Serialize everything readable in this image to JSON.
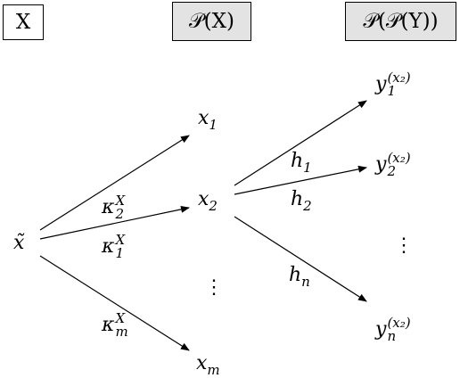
{
  "headers": {
    "col1": "X",
    "col2": "𝒫(X)",
    "col3": "𝒫(𝒫(Y))"
  },
  "nodes": {
    "source": {
      "base": "x̃"
    },
    "x1": {
      "base": "x",
      "sub": "1"
    },
    "x2": {
      "base": "x",
      "sub": "2"
    },
    "xm": {
      "base": "x",
      "sub": "m"
    },
    "y1": {
      "base": "y",
      "sub": "1",
      "sup": "(x₂)"
    },
    "y2": {
      "base": "y",
      "sub": "2",
      "sup": "(x₂)"
    },
    "yn": {
      "base": "y",
      "sub": "n",
      "sup": "(x₂)"
    }
  },
  "edge_labels": {
    "k2": {
      "base": "κ",
      "sub": "2",
      "sup": "X"
    },
    "k1": {
      "base": "κ",
      "sub": "1",
      "sup": "X"
    },
    "km": {
      "base": "κ",
      "sub": "m",
      "sup": "X"
    },
    "h1": {
      "base": "h",
      "sub": "1"
    },
    "h2": {
      "base": "h",
      "sub": "2"
    },
    "hn": {
      "base": "h",
      "sub": "n"
    }
  },
  "ellipsis": "⋮"
}
